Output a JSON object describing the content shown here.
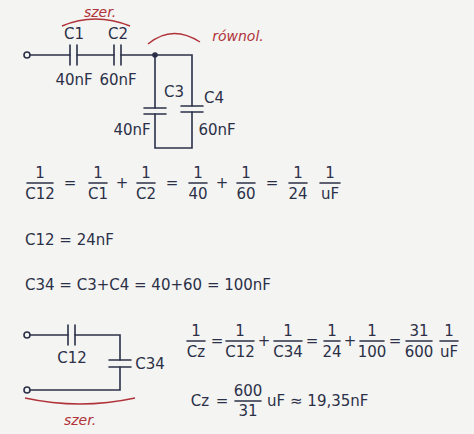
{
  "diagram": {
    "labels": [
      "szer.",
      "równol.",
      "C1",
      "C2",
      "40nF",
      "60nF",
      "C3",
      "C4",
      "40nF",
      "60nF",
      "1",
      "C12",
      "=",
      "1",
      "C1",
      "+",
      "1",
      "C2",
      "=",
      "1",
      "40",
      "+",
      "1",
      "60",
      "=",
      "1",
      "24",
      "1",
      "uF",
      "C12 = 24nF",
      "C34 = C3+C4 = 40+60 = 100nF",
      "C12",
      "C34",
      "szer.",
      "1",
      "Cz",
      "=",
      "1",
      "C12",
      "+",
      "1",
      "C34",
      "=",
      "1",
      "24",
      "+",
      "1",
      "100",
      "=",
      "31",
      "600",
      "1",
      "uF",
      "Cz",
      "=",
      "600",
      "31",
      "uF",
      "≈ 19,35nF"
    ]
  }
}
